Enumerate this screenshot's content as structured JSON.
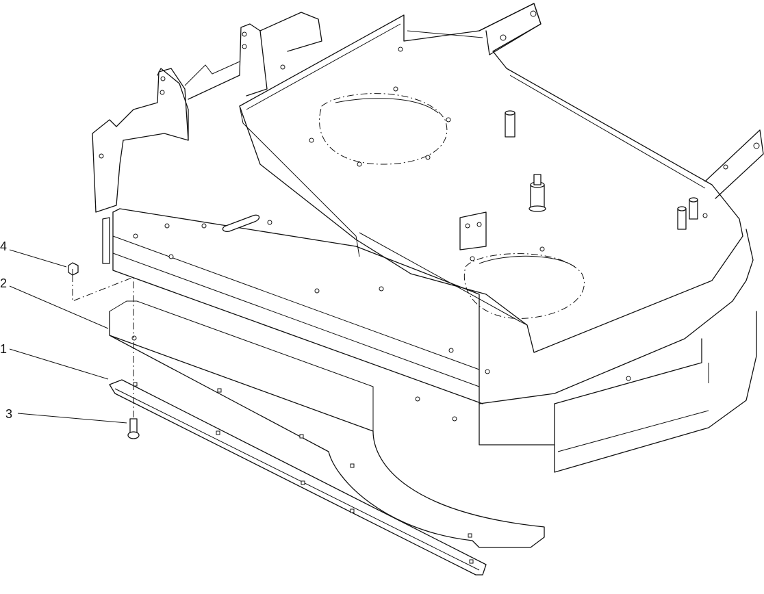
{
  "callouts": [
    {
      "id": "4",
      "label": "4"
    },
    {
      "id": "2",
      "label": "2"
    },
    {
      "id": "1",
      "label": "1"
    },
    {
      "id": "3",
      "label": "3"
    }
  ]
}
